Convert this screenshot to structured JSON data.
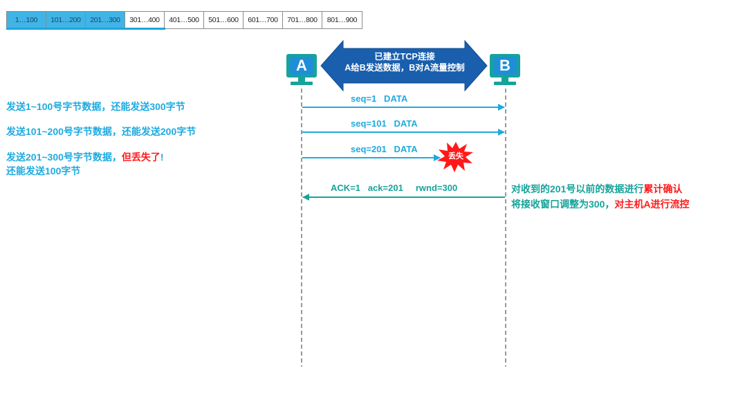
{
  "buffer": {
    "cells": [
      {
        "label": "1…100",
        "sent": true
      },
      {
        "label": "101…200",
        "sent": true
      },
      {
        "label": "201…300",
        "sent": true
      },
      {
        "label": "301…400",
        "sent": false
      },
      {
        "label": "401…500",
        "sent": false
      },
      {
        "label": "501…600",
        "sent": false
      },
      {
        "label": "601…700",
        "sent": false
      },
      {
        "label": "701…800",
        "sent": false
      },
      {
        "label": "801…900",
        "sent": false
      }
    ]
  },
  "hosts": {
    "a_letter": "A",
    "b_letter": "B"
  },
  "connection": {
    "line1": "已建立TCP连接",
    "line2": "A给B发送数据，B对A流量控制"
  },
  "messages": [
    {
      "label": "seq=1   DATA"
    },
    {
      "label": "seq=101   DATA"
    },
    {
      "label": "seq=201   DATA",
      "lost_label": "丢失"
    },
    {
      "label": "ACK=1   ack=201     rwnd=300"
    }
  ],
  "left_notes": [
    {
      "text": "发送1~100号字节数据，还能发送300字节"
    },
    {
      "text": "发送101~200号字节数据，还能发送200字节"
    },
    {
      "text_before": "发送201~300号字节数据，",
      "text_red": "但丢失了",
      "text_after": "!",
      "line2": "还能发送100字节"
    }
  ],
  "right_notes": {
    "line1_before": "对收到的201号以前的数据进行",
    "line1_red": "累计确认",
    "line2_before": "将接收窗口调整为300，",
    "line2_red": "对主机A进行流控"
  },
  "colors": {
    "blue": "#1eaadf",
    "green": "#16a39a",
    "red": "#ff1a1a",
    "connection_arrow": "#1a5fae",
    "computer": "#16a39a",
    "sent_cell": "#41b4e6"
  }
}
